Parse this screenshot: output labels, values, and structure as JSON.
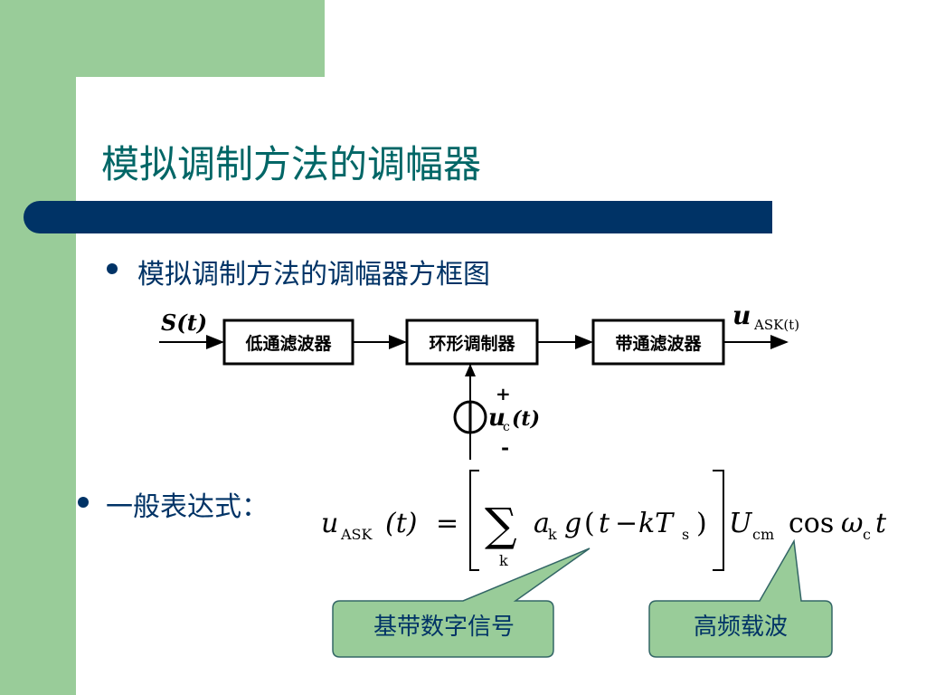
{
  "slide": {
    "title": "模拟调制方法的调幅器",
    "bullets": [
      {
        "text": "模拟调制方法的调幅器方框图"
      },
      {
        "text": "一般表达式："
      }
    ]
  },
  "diagram": {
    "input_signal": "S(t)",
    "output_signal_main": "u",
    "output_signal_sub": "ASK(t)",
    "blocks": [
      "低通滤波器",
      "环形调制器",
      "带通滤波器"
    ],
    "carrier_source": {
      "main": "u",
      "sub": "c",
      "arg": "(t)",
      "plus": "+",
      "minus": "-"
    }
  },
  "formula": {
    "lhs_main": "u",
    "lhs_sub": "ASK",
    "lhs_arg": "(t)",
    "equals": "=",
    "sum_symbol": "∑",
    "sum_index": "k",
    "a": "a",
    "a_sub": "k",
    "g": "g",
    "g_arg_open": "(",
    "t": "t",
    "minus": "−",
    "kT": "kT",
    "kT_sub": "s",
    "g_arg_close": ")",
    "U": "U",
    "U_sub": "cm",
    "cos": "cos",
    "omega": "ω",
    "omega_sub": "c",
    "t_end": "t"
  },
  "callouts": [
    "基带数字信号",
    "高频载波"
  ],
  "colors": {
    "side_green": "#99cc99",
    "bar_navy": "#003366",
    "title_teal": "#006666",
    "callout_fill": "#99cc99"
  }
}
